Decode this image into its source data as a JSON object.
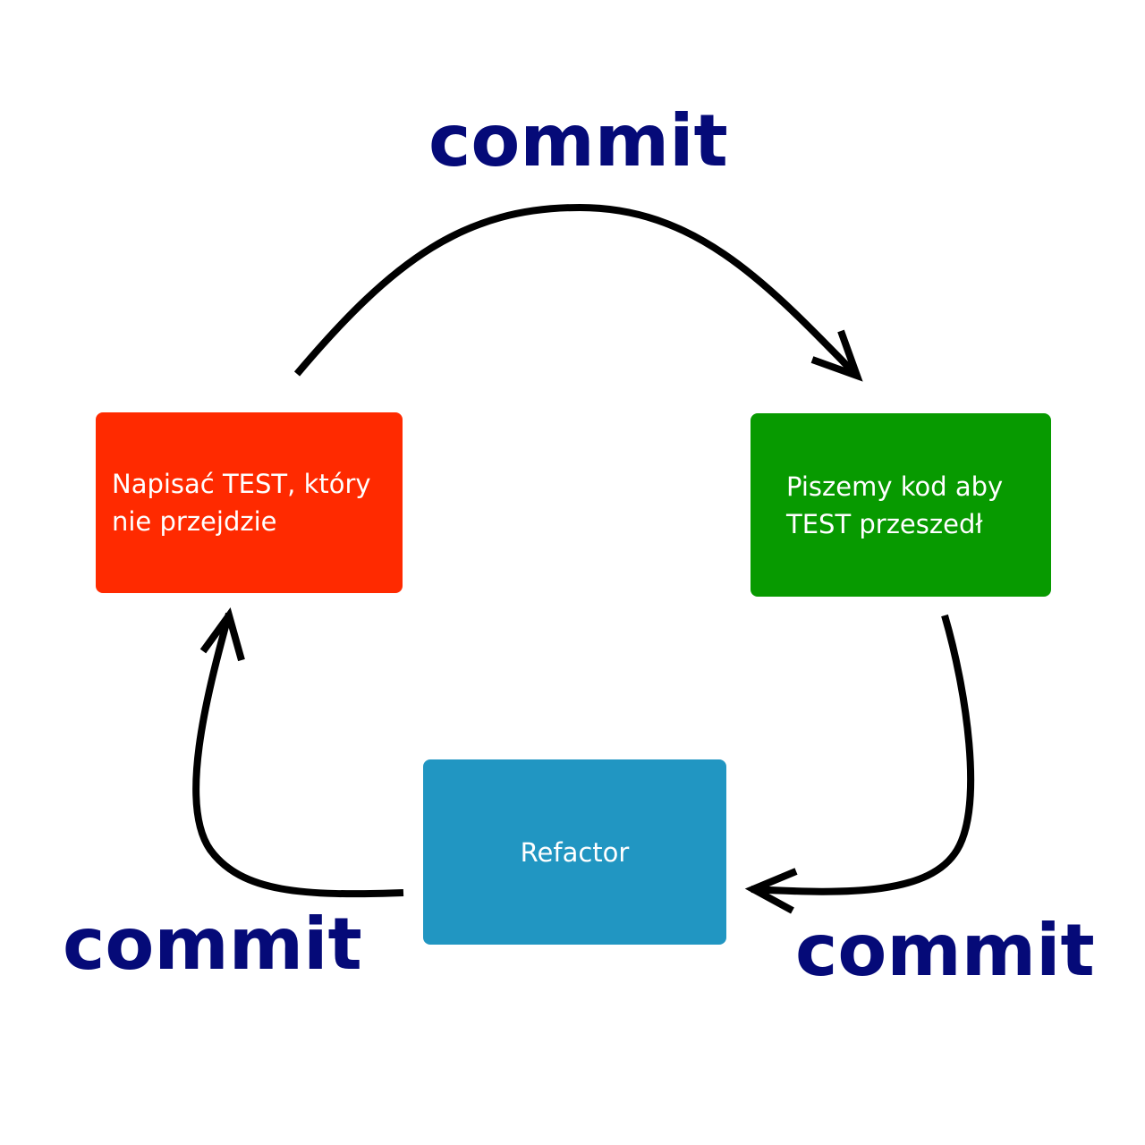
{
  "colors": {
    "box_write_test": "#ff2a00",
    "box_write_code": "#079a00",
    "box_refactor": "#2196c2",
    "commit_text": "#050a78",
    "arrow": "#000000",
    "box_text": "#ffffff"
  },
  "boxes": {
    "write_test": "Napisać TEST, który\nnie przejdzie",
    "write_code": "Piszemy kod aby\nTEST przeszedł",
    "refactor": "Refactor"
  },
  "commits": {
    "top": "commit",
    "bottom_left": "commit",
    "bottom_right": "commit"
  }
}
